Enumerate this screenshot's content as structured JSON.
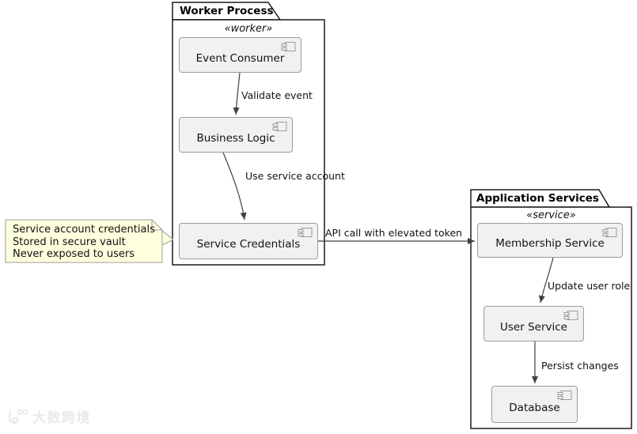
{
  "diagram": {
    "title": "",
    "packages": [
      {
        "name": "Worker Process",
        "stereotype": "«worker»"
      },
      {
        "name": "Application Services",
        "stereotype": "«service»"
      }
    ],
    "components": [
      {
        "label": "Event Consumer"
      },
      {
        "label": "Business Logic"
      },
      {
        "label": "Service Credentials"
      },
      {
        "label": "Membership Service"
      },
      {
        "label": "User Service"
      },
      {
        "label": "Database"
      }
    ],
    "edges": [
      {
        "label": "Validate event"
      },
      {
        "label": "Use service account"
      },
      {
        "label": "API call with elevated token"
      },
      {
        "label": "Update user role"
      },
      {
        "label": "Persist changes"
      }
    ],
    "note": {
      "line1": "Service account credentials",
      "line2": "Stored in secure vault",
      "line3": "Never exposed to users"
    },
    "watermark": {
      "text": "大数跨境"
    },
    "colors": {
      "component_fill": "#F1F1F1",
      "component_border": "#9C9C9C",
      "package_border": "#1A1A1A",
      "note_fill": "#FEFFDD",
      "note_border": "#9C9C9C",
      "arrow": "#3F3F3F",
      "watermark": "#E9E9E9"
    }
  }
}
